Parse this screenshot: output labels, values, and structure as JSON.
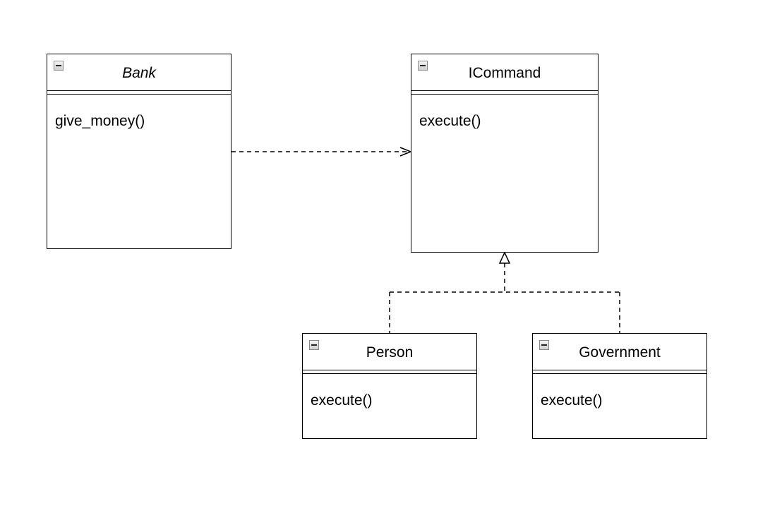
{
  "diagram": {
    "classes": {
      "bank": {
        "name": "Bank",
        "methods": [
          "give_money()"
        ]
      },
      "icommand": {
        "name": "ICommand",
        "methods": [
          "execute()"
        ]
      },
      "person": {
        "name": "Person",
        "methods": [
          "execute()"
        ]
      },
      "government": {
        "name": "Government",
        "methods": [
          "execute()"
        ]
      }
    },
    "relations": [
      {
        "from": "Bank",
        "to": "ICommand",
        "kind": "dependency"
      },
      {
        "from": "Person",
        "to": "ICommand",
        "kind": "realization"
      },
      {
        "from": "Government",
        "to": "ICommand",
        "kind": "realization"
      }
    ],
    "colors": {
      "stroke": "#000000",
      "background": "#ffffff"
    },
    "icons": {
      "collapse": "collapse-minus-icon"
    }
  }
}
